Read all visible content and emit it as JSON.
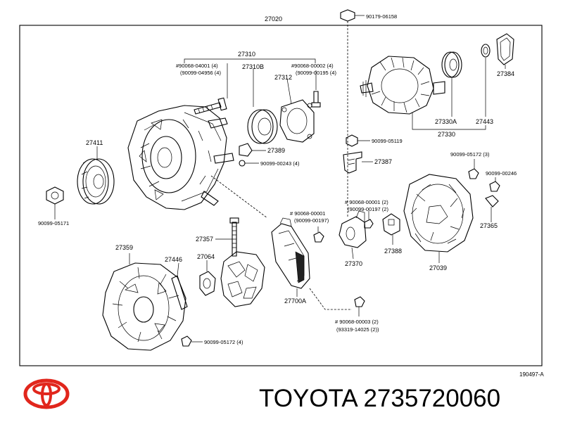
{
  "labels": {
    "p27020": "27020",
    "p90179_06158": "90179-06158",
    "p27310": "27310",
    "p90068_04001": "#90068-04001 (4)",
    "p90099_04956": "(90099-04956 (4)",
    "p27310B": "27310B",
    "p90068_00002": "#90068-00002 (4)",
    "p90099_00195": "(90099-00195 (4)",
    "p27312": "27312",
    "p27330A": "27330A",
    "p27443": "27443",
    "p27330": "27330",
    "p27384": "27384",
    "p27411": "27411",
    "p27389": "27389",
    "p90099_00243": "90099-00243 (4)",
    "p90099_05119": "90099-05119",
    "p27387": "27387",
    "p90099_05172_3": "90099-05172 (3)",
    "p90099_00246": "90099-00246",
    "p90099_05171": "90099-05171",
    "p90068_00001a": "# 90068-00001 (2)",
    "p90099_00197a": "(90099-00197 (2)",
    "p90068_00001b": "# 90068-00001",
    "p90099_00197b": "(90099-00197)",
    "p27357": "27357",
    "p27365": "27365",
    "p27359": "27359",
    "p27446": "27446",
    "p27064": "27064",
    "p27370": "27370",
    "p27388": "27388",
    "p27039": "27039",
    "p27700A": "27700A",
    "p90068_00003": "# 90068-00003 (2)",
    "p93319_14025": "(93319-14025 (2))",
    "p90099_05172_4": "90099-05172 (4)"
  },
  "doc_code": "190497-A",
  "brand": {
    "logo_name": "toyota-logo",
    "title": "TOYOTA 2735720060",
    "logo_color": "#e1261c"
  }
}
